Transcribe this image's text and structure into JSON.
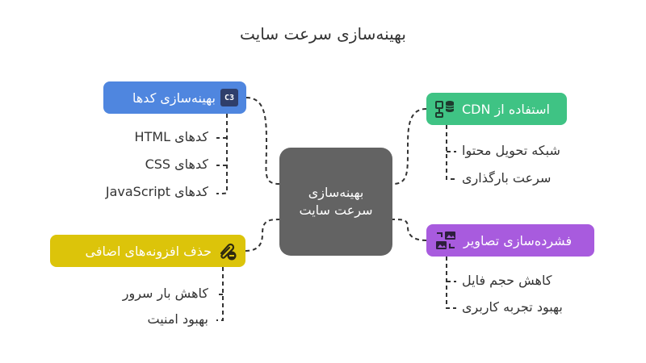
{
  "title": "بهینه‌سازی سرعت سایت",
  "center": {
    "line1": "بهینه‌سازی",
    "line2": "سرعت سایت"
  },
  "branches": {
    "code": {
      "label": "بهینه‌سازی کدها",
      "icon": "css3-icon",
      "badge_text": "C3",
      "color": "#4f86df",
      "leaves": [
        "کدهای HTML",
        "کدهای CSS",
        "کدهای JavaScript"
      ]
    },
    "cdn": {
      "label": "استفاده از CDN",
      "icon": "network-database-icon",
      "color": "#3fc384",
      "leaves": [
        "شبکه تحویل محتوا",
        "سرعت بارگذاری"
      ]
    },
    "images": {
      "label": "فشرده‌سازی تصاویر",
      "icon": "image-compress-icon",
      "color": "#a85bde",
      "leaves": [
        "کاهش حجم فایل",
        "بهبود تجربه کاربری"
      ]
    },
    "extensions": {
      "label": "حذف افزونه‌های اضافی",
      "icon": "attachment-remove-icon",
      "color": "#dcc40a",
      "leaves": [
        "کاهش بار سرور",
        "بهبود امنیت"
      ]
    }
  },
  "center_color": "#636363"
}
